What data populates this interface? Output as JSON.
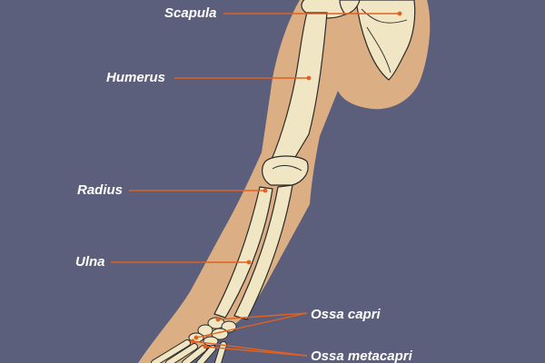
{
  "colors": {
    "background": "#5b5f7b",
    "skin": "#dcae84",
    "bone": "#f0e6c4",
    "bone_outline": "#2a2a2a",
    "leader_line": "#e2611f"
  },
  "labels": {
    "scapula": "Scapula",
    "humerus": "Humerus",
    "radius": "Radius",
    "ulna": "Ulna",
    "ossa_carpi": "Ossa capri",
    "ossa_metacarpi": "Ossa metacapri"
  }
}
